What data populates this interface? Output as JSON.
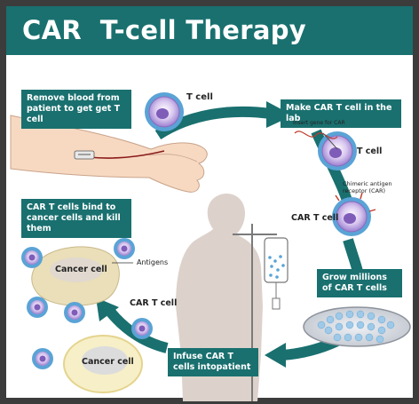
{
  "title": "CAR  T-cell Therapy",
  "steps": {
    "remove_blood": "Remove blood from patient to get get T cell",
    "make_car": "Make CAR T cell in the lab",
    "grow": "Grow millions of CAR T cells",
    "infuse": "Infuse CAR T cells intopatient",
    "bind": "CAR T cells bind to cancer cells and kill them"
  },
  "labels": {
    "t_cell_top": "T cell",
    "t_cell_lab": "T cell",
    "insert_gene": "Insert gene for CAR",
    "chimeric": "Chimeric antigen receptor (CAR)",
    "car_t_cell_right": "CAR T cell",
    "car_t_cell_left": "CAR T cell",
    "cancer_cell_1": "Cancer cell",
    "cancer_cell_2": "Cancer cell",
    "antigens": "Antigens"
  },
  "colors": {
    "teal": "#19706f",
    "frame": "#3c3c3c",
    "cell_blue": "#5aa3d6",
    "cell_purple": "#b89ad8"
  }
}
